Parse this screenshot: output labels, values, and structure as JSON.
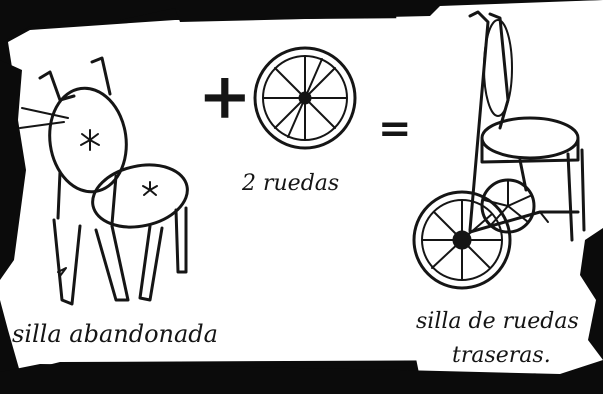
{
  "labels": {
    "abandoned_chair": "silla abandonada",
    "wheels": "2 ruedas",
    "wheelchair_line1": "silla de ruedas",
    "wheelchair_line2": "traseras."
  },
  "operators": {
    "plus": "+",
    "equals": "="
  },
  "colors": {
    "paper": "#ffffff",
    "ink": "#151515",
    "background": "#0b0b0b"
  }
}
